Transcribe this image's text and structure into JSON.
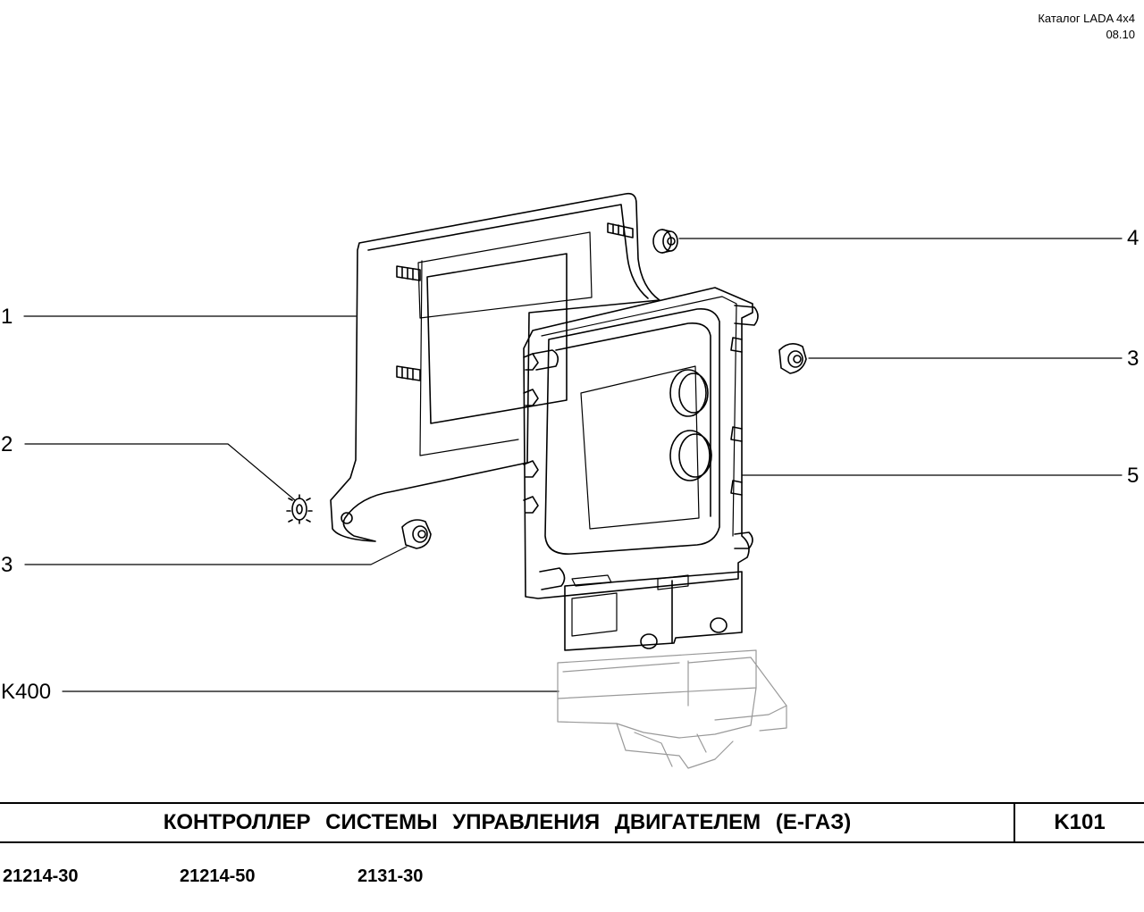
{
  "header": {
    "catalog": "Каталог  LADA  4x4",
    "date": "08.10"
  },
  "callouts": {
    "c1": "1",
    "c2": "2",
    "c3_left": "3",
    "c3_right": "3",
    "c4": "4",
    "c5": "5",
    "k400": "K400"
  },
  "title_bar": {
    "title": "КОНТРОЛЛЕР  СИСТЕМЫ  УПРАВЛЕНИЯ  ДВИГАТЕЛЕМ  (Е-ГАЗ)",
    "code": "K101"
  },
  "models": [
    "21214-30",
    "21214-50",
    "2131-30"
  ]
}
